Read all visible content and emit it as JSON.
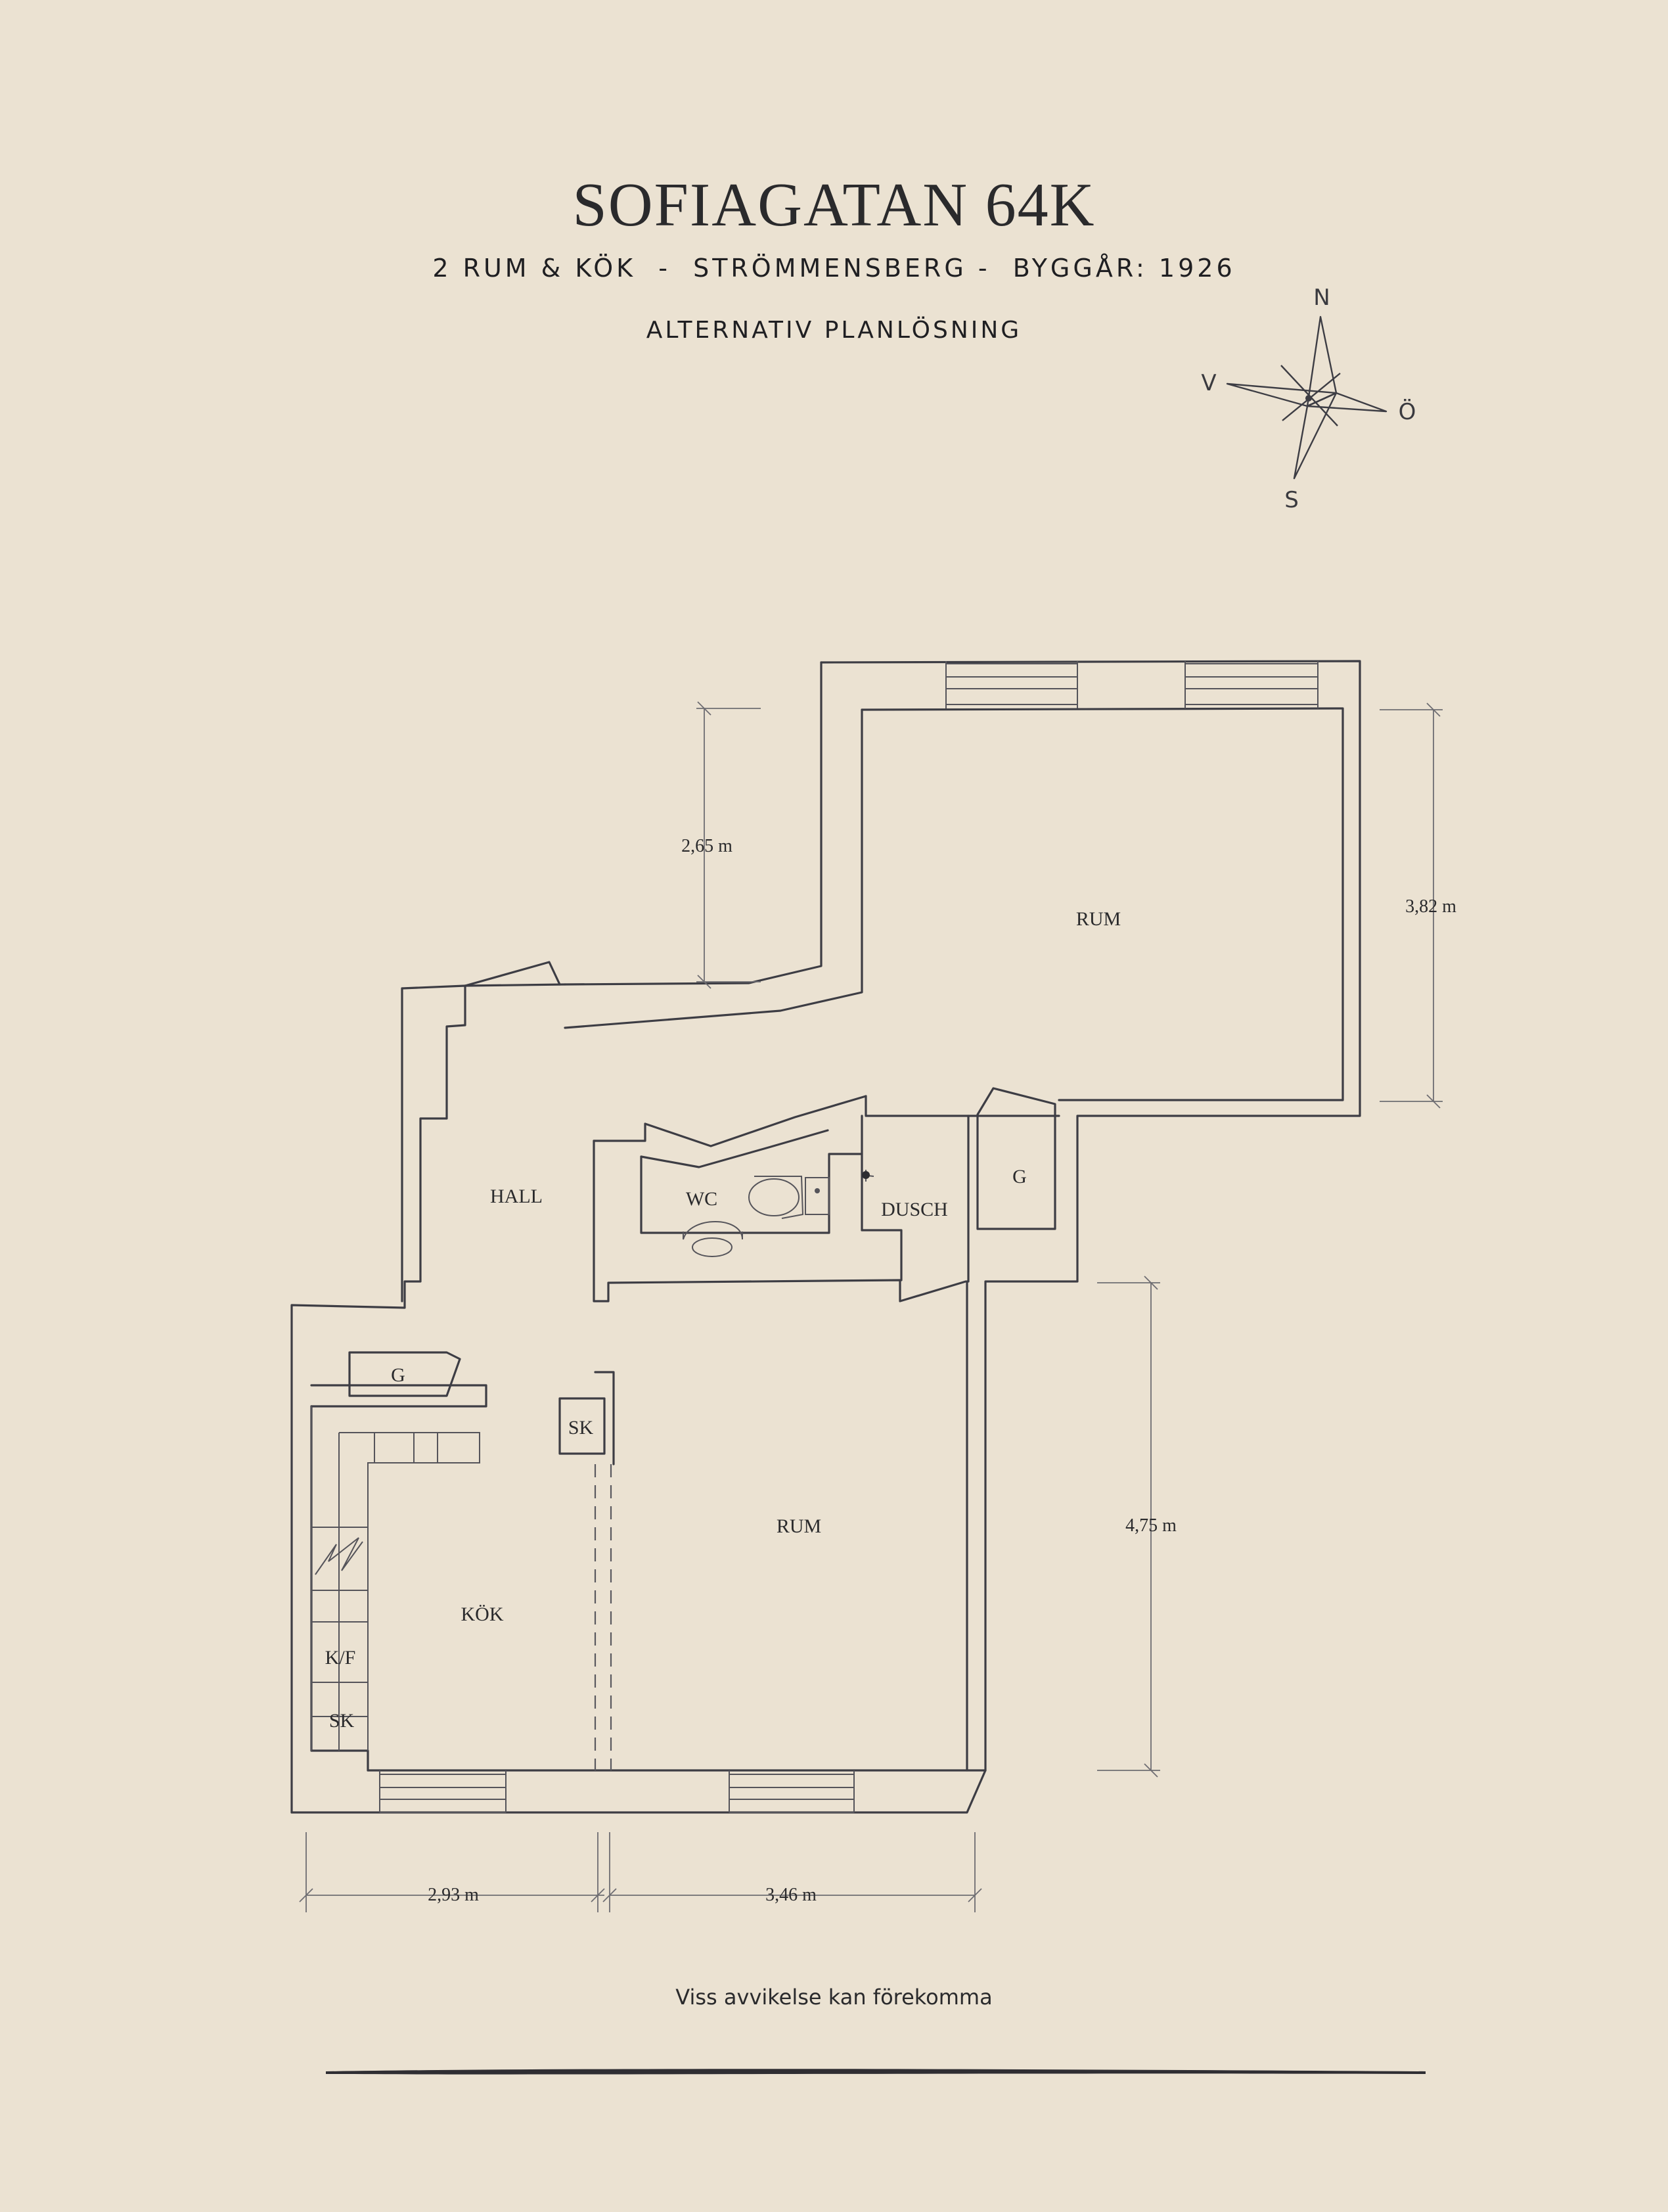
{
  "header": {
    "title": "SOFIAGATAN 64K",
    "subtitle": "2 RUM & KÖK  -  STRÖMMENSBERG -  BYGGÅR: 1926",
    "plan_type": "ALTERNATIV PLANLÖSNING"
  },
  "compass": {
    "north": "N",
    "south": "S",
    "west": "V",
    "east": "Ö"
  },
  "rooms": {
    "rum_top": "RUM",
    "rum_bottom": "RUM",
    "hall": "HALL",
    "wc": "WC",
    "dusch": "DUSCH",
    "kok": "KÖK",
    "g_right": "G",
    "g_left": "G",
    "sk_hall": "SK",
    "sk_kitchen": "SK",
    "kf": "K/F"
  },
  "dimensions": {
    "d1": "2,65 m",
    "d2": "3,82 m",
    "d3": "4,75 m",
    "d4": "2,93 m",
    "d5": "3,46 m"
  },
  "footer": {
    "disclaimer": "Viss avvikelse kan förekomma"
  },
  "colors": {
    "background": "#ebe2d2",
    "line": "#3d3d44"
  }
}
